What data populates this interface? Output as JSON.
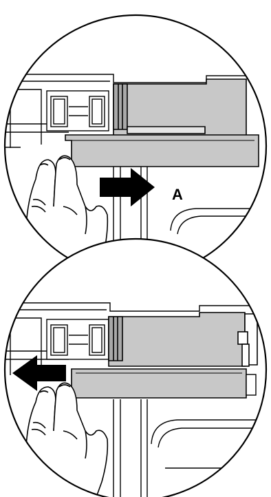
{
  "figure": {
    "label_a": "A",
    "colors": {
      "line": "#000000",
      "panel_fill": "#c8c8c8",
      "panel_dark": "#a9a9a9",
      "background": "#ffffff"
    },
    "callouts": [
      {
        "name": "top-detail",
        "arrow_direction": "right",
        "action": "slide-right"
      },
      {
        "name": "bottom-detail",
        "arrow_direction": "left",
        "action": "slide-left"
      }
    ]
  }
}
